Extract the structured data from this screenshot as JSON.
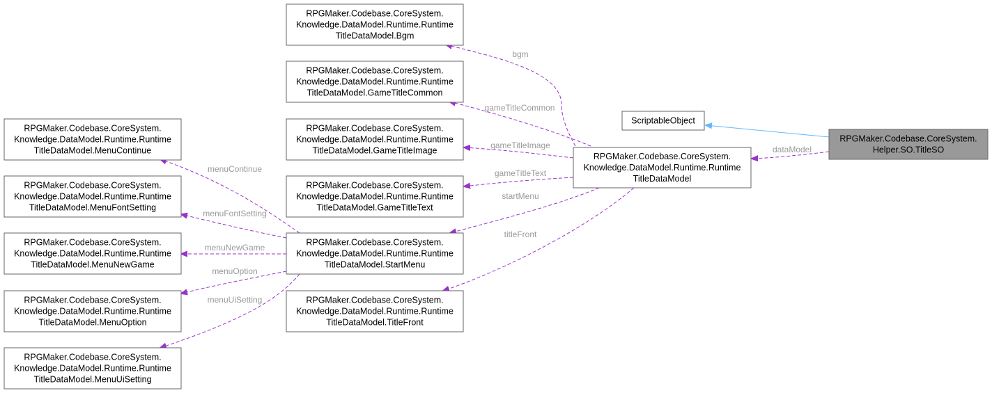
{
  "nodes": [
    {
      "id": "bgm",
      "lines": [
        "RPGMaker.Codebase.CoreSystem.",
        "Knowledge.DataModel.Runtime.Runtime",
        "TitleDataModel.Bgm"
      ]
    },
    {
      "id": "gameTitleCommon",
      "lines": [
        "RPGMaker.Codebase.CoreSystem.",
        "Knowledge.DataModel.Runtime.Runtime",
        "TitleDataModel.GameTitleCommon"
      ]
    },
    {
      "id": "gameTitleImage",
      "lines": [
        "RPGMaker.Codebase.CoreSystem.",
        "Knowledge.DataModel.Runtime.Runtime",
        "TitleDataModel.GameTitleImage"
      ]
    },
    {
      "id": "gameTitleText",
      "lines": [
        "RPGMaker.Codebase.CoreSystem.",
        "Knowledge.DataModel.Runtime.Runtime",
        "TitleDataModel.GameTitleText"
      ]
    },
    {
      "id": "startMenu",
      "lines": [
        "RPGMaker.Codebase.CoreSystem.",
        "Knowledge.DataModel.Runtime.Runtime",
        "TitleDataModel.StartMenu"
      ]
    },
    {
      "id": "titleFront",
      "lines": [
        "RPGMaker.Codebase.CoreSystem.",
        "Knowledge.DataModel.Runtime.Runtime",
        "TitleDataModel.TitleFront"
      ]
    },
    {
      "id": "menuContinue",
      "lines": [
        "RPGMaker.Codebase.CoreSystem.",
        "Knowledge.DataModel.Runtime.Runtime",
        "TitleDataModel.MenuContinue"
      ]
    },
    {
      "id": "menuFontSetting",
      "lines": [
        "RPGMaker.Codebase.CoreSystem.",
        "Knowledge.DataModel.Runtime.Runtime",
        "TitleDataModel.MenuFontSetting"
      ]
    },
    {
      "id": "menuNewGame",
      "lines": [
        "RPGMaker.Codebase.CoreSystem.",
        "Knowledge.DataModel.Runtime.Runtime",
        "TitleDataModel.MenuNewGame"
      ]
    },
    {
      "id": "menuOption",
      "lines": [
        "RPGMaker.Codebase.CoreSystem.",
        "Knowledge.DataModel.Runtime.Runtime",
        "TitleDataModel.MenuOption"
      ]
    },
    {
      "id": "menuUiSetting",
      "lines": [
        "RPGMaker.Codebase.CoreSystem.",
        "Knowledge.DataModel.Runtime.Runtime",
        "TitleDataModel.MenuUiSetting"
      ]
    },
    {
      "id": "titleDataModel",
      "lines": [
        "RPGMaker.Codebase.CoreSystem.",
        "Knowledge.DataModel.Runtime.Runtime",
        "TitleDataModel"
      ]
    },
    {
      "id": "scriptableObject",
      "lines": [
        "ScriptableObject"
      ]
    },
    {
      "id": "titleSO",
      "lines": [
        "RPGMaker.Codebase.CoreSystem.",
        "Helper.SO.TitleSO"
      ],
      "highlight": true
    }
  ],
  "edges": [
    {
      "id": "e-bgm",
      "from": "titleDataModel",
      "to": "bgm",
      "label": "bgm",
      "kind": "usage"
    },
    {
      "id": "e-gameTitleCommon",
      "from": "titleDataModel",
      "to": "gameTitleCommon",
      "label": "gameTitleCommon",
      "kind": "usage"
    },
    {
      "id": "e-gameTitleImage",
      "from": "titleDataModel",
      "to": "gameTitleImage",
      "label": "gameTitleImage",
      "kind": "usage"
    },
    {
      "id": "e-gameTitleText",
      "from": "titleDataModel",
      "to": "gameTitleText",
      "label": "gameTitleText",
      "kind": "usage"
    },
    {
      "id": "e-startMenu",
      "from": "titleDataModel",
      "to": "startMenu",
      "label": "startMenu",
      "kind": "usage"
    },
    {
      "id": "e-titleFront",
      "from": "titleDataModel",
      "to": "titleFront",
      "label": "titleFront",
      "kind": "usage"
    },
    {
      "id": "e-menuContinue",
      "from": "startMenu",
      "to": "menuContinue",
      "label": "menuContinue",
      "kind": "usage"
    },
    {
      "id": "e-menuFontSetting",
      "from": "startMenu",
      "to": "menuFontSetting",
      "label": "menuFontSetting",
      "kind": "usage"
    },
    {
      "id": "e-menuNewGame",
      "from": "startMenu",
      "to": "menuNewGame",
      "label": "menuNewGame",
      "kind": "usage"
    },
    {
      "id": "e-menuOption",
      "from": "startMenu",
      "to": "menuOption",
      "label": "menuOption",
      "kind": "usage"
    },
    {
      "id": "e-menuUiSetting",
      "from": "startMenu",
      "to": "menuUiSetting",
      "label": "menuUiSetting",
      "kind": "usage"
    },
    {
      "id": "e-dataModel",
      "from": "titleSO",
      "to": "titleDataModel",
      "label": "dataModel",
      "kind": "usage"
    },
    {
      "id": "e-inherit",
      "from": "titleSO",
      "to": "scriptableObject",
      "label": "",
      "kind": "inheritance"
    }
  ],
  "colors": {
    "usage_edge": "#9a32cd",
    "inheritance_edge": "#63b8ff",
    "highlight_fill": "#999999",
    "label_text": "#9a9a9a"
  }
}
